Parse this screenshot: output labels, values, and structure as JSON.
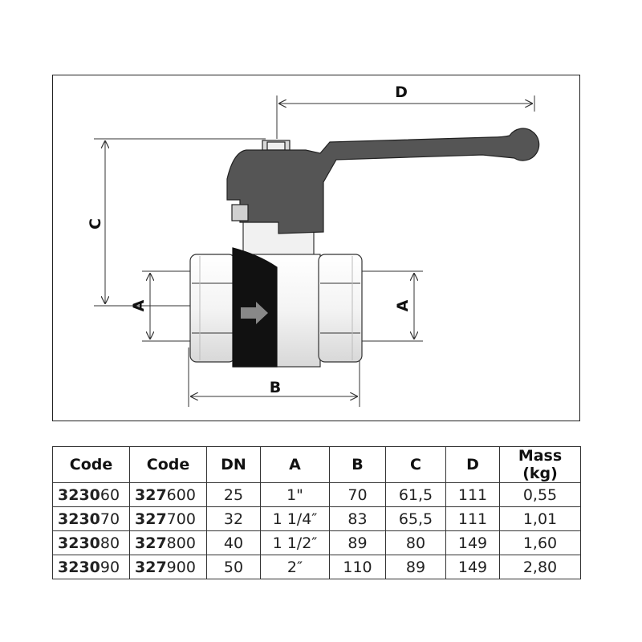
{
  "dimension_labels": {
    "A": "A",
    "B": "B",
    "C": "C",
    "D": "D"
  },
  "table": {
    "headers": [
      "Code",
      "Code",
      "DN",
      "A",
      "B",
      "C",
      "D",
      "Mass (kg)"
    ],
    "rows": [
      {
        "code1_bold": "3230",
        "code1_rest": "60",
        "code2_bold": "327",
        "code2_rest": "600",
        "dn": "25",
        "a": "1\"",
        "b": "70",
        "c": "61,5",
        "d": "111",
        "mass": "0,55"
      },
      {
        "code1_bold": "3230",
        "code1_rest": "70",
        "code2_bold": "327",
        "code2_rest": "700",
        "dn": "32",
        "a": "1 1/4″",
        "b": "83",
        "c": "65,5",
        "d": "111",
        "mass": "1,01"
      },
      {
        "code1_bold": "3230",
        "code1_rest": "80",
        "code2_bold": "327",
        "code2_rest": "800",
        "dn": "40",
        "a": "1 1/2″",
        "b": "89",
        "c": "80",
        "d": "149",
        "mass": "1,60"
      },
      {
        "code1_bold": "3230",
        "code1_rest": "90",
        "code2_bold": "327",
        "code2_rest": "900",
        "dn": "50",
        "a": "2″",
        "b": "110",
        "c": "89",
        "d": "149",
        "mass": "2,80"
      }
    ]
  }
}
